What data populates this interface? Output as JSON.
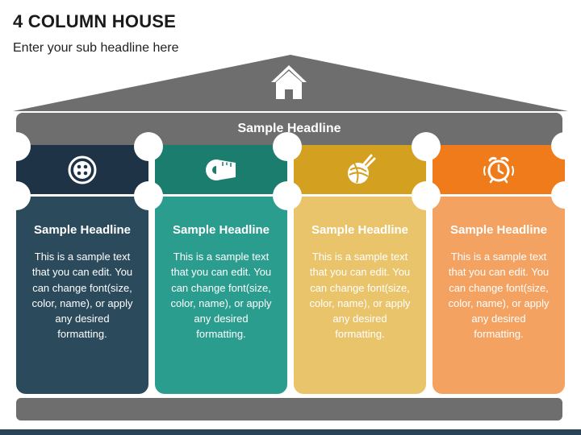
{
  "header": {
    "title": "4 COLUMN HOUSE",
    "subtitle": "Enter your sub headline here"
  },
  "roof": {
    "color": "#6e6e6e",
    "icon": "house-icon"
  },
  "beam": {
    "headline": "Sample Headline",
    "color": "#6e6e6e"
  },
  "base": {
    "color": "#6e6e6e"
  },
  "columns": [
    {
      "headline": "Sample Headline",
      "text": "This is a sample text that you can edit. You can change font(size, color, name), or apply any desired formatting.",
      "icon": "button-icon",
      "cap_color": "#1e3345",
      "shaft_color": "#2b4a5c"
    },
    {
      "headline": "Sample Headline",
      "text": "This is a sample text that you can edit. You can change font(size, color, name), or apply any desired formatting.",
      "icon": "measuring-tape-icon",
      "cap_color": "#1a7d6e",
      "shaft_color": "#2a9d8f"
    },
    {
      "headline": "Sample Headline",
      "text": "This is a sample text that you can edit. You can change font(size, color, name), or apply any desired formatting.",
      "icon": "yarn-ball-icon",
      "cap_color": "#d4a020",
      "shaft_color": "#e9c46a"
    },
    {
      "headline": "Sample Headline",
      "text": "This is a sample text that you can edit. You can change font(size, color, name), or apply any desired formatting.",
      "icon": "alarm-clock-icon",
      "cap_color": "#ef7b1a",
      "shaft_color": "#f4a261"
    }
  ]
}
